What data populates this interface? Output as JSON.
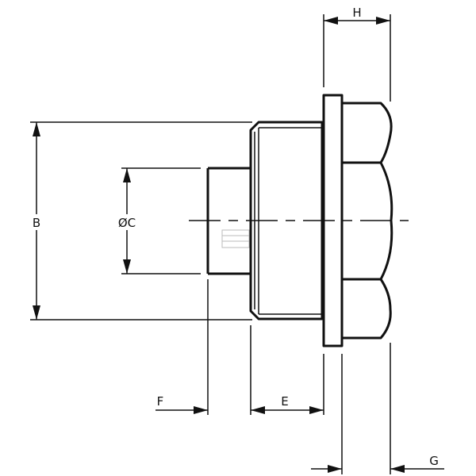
{
  "drawing": {
    "labels": {
      "H": "H",
      "B": "B",
      "C": "ØC",
      "F": "F",
      "E": "E",
      "G": "G"
    },
    "line_color": "#111111",
    "background": "#ffffff"
  }
}
